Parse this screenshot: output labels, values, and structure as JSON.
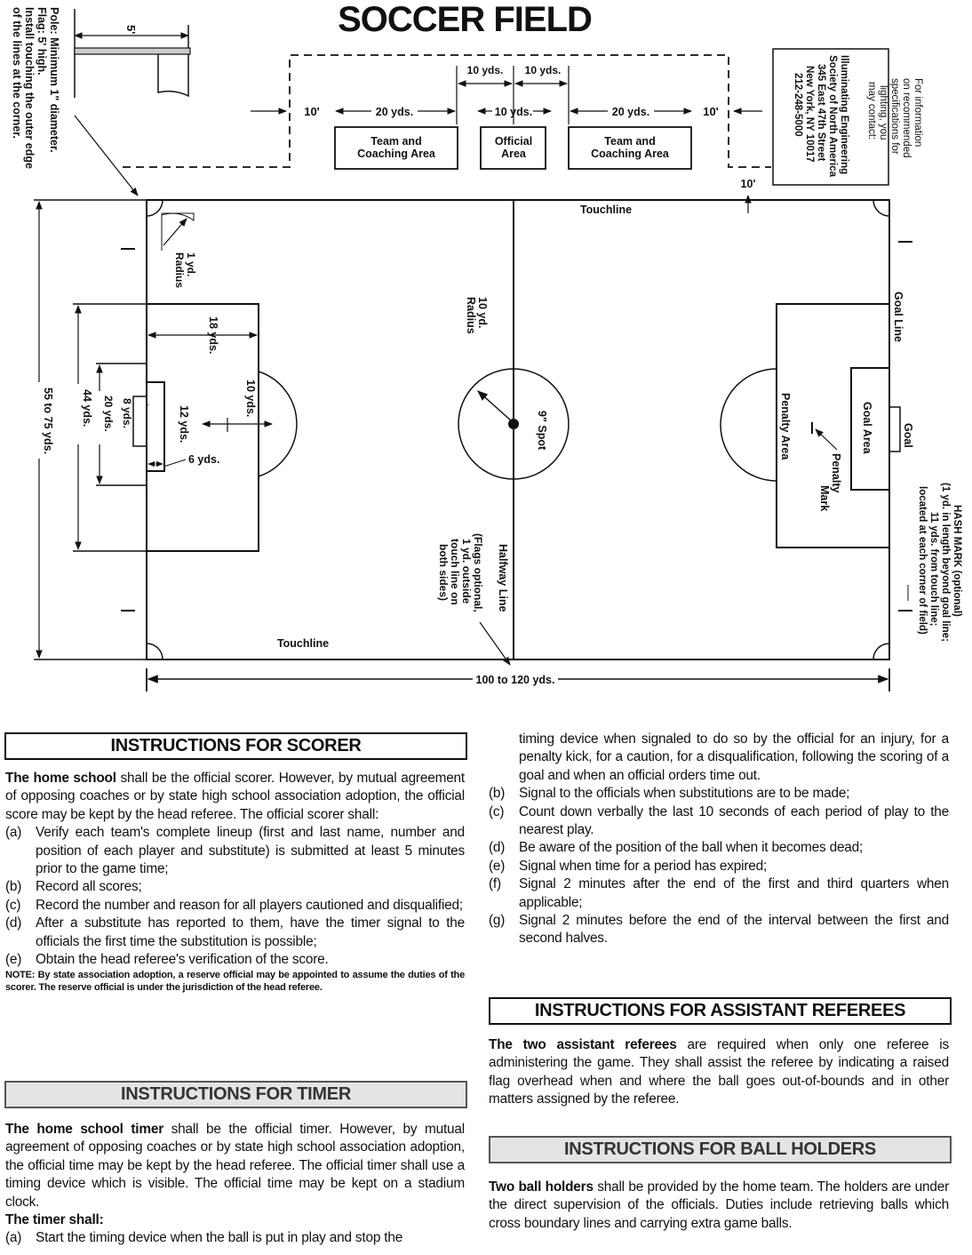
{
  "diagram": {
    "title": "SOCCER FIELD",
    "pole_note": [
      "Pole: Minimum 1\" diameter.",
      "Flag: 5' high.",
      "Install touching the outer edge",
      "of the lines at the corner."
    ],
    "pole_dim": "5'",
    "lighting_note": [
      "For information",
      "on recommended",
      "specifications for",
      "lighting, you",
      "may contact:",
      "Illuminating Engineering",
      "Society of North America",
      "345 East 47th Street",
      "New York, NY 10017",
      "212-248-5000"
    ],
    "ten_yds_1": "10 yds.",
    "ten_yds_2": "10 yds.",
    "ten_ft_left": "10'",
    "ten_ft_right": "10'",
    "ten_ft_below": "10'",
    "twenty_yds_left": "20 yds.",
    "twenty_yds_right": "20 yds.",
    "ten_yds_official": "10 yds.",
    "team_area_left": [
      "Team and",
      "Coaching Area"
    ],
    "official_area": [
      "Official",
      "Area"
    ],
    "team_area_right": [
      "Team and",
      "Coaching Area"
    ],
    "touchline_top": "Touchline",
    "touchline_bottom": "Touchline",
    "corner_radius": [
      "1 yd.",
      "Radius"
    ],
    "center_radius": [
      "10 yd.",
      "Radius"
    ],
    "spot": "9\" Spot",
    "eighteen_yds": "18 yds.",
    "ten_yds_arc": "10 yds.",
    "twelve_yds": "12 yds.",
    "eight_yds": "8 yds.",
    "twenty_yds_goal": "20 yds.",
    "forty_four_yds": "44 yds.",
    "field_width": "55 to 75 yds.",
    "six_yds": "6 yds.",
    "halfway_line": "Halfway Line",
    "halfway_note": [
      "(Flags optional,",
      "1 yd. outside",
      "touch line on",
      "both sides)"
    ],
    "field_length": "100 to 120 yds.",
    "goal_line": "Goal Line",
    "goal_area": "Goal Area",
    "goal": "Goal",
    "penalty_area": "Penalty Area",
    "penalty_mark": [
      "Penalty",
      "Mark"
    ],
    "hash_mark": [
      "HASH MARK (optional)",
      "(1 yd. in length beyond goal line;",
      "11 yds. from touch line;",
      "located at each corner of field)"
    ]
  },
  "scorer": {
    "title": "INSTRUCTIONS FOR SCORER",
    "intro_bold": "The home school",
    "intro": " shall be the official scorer. However, by mutual agreement of opposing coaches or by state high school association adoption, the official score may be kept by the head referee. The official scorer shall:",
    "items": [
      {
        "label": "(a)",
        "text": "Verify each team's complete lineup (first and last name, number and position of each player and substitute) is submitted at least 5 minutes prior to the game time;"
      },
      {
        "label": "(b)",
        "text": "Record all scores;"
      },
      {
        "label": "(c)",
        "text": "Record the number and reason for all players cautioned and disqualified;"
      },
      {
        "label": "(d)",
        "text": "After a substitute has reported to them, have the timer signal to the officials the first time the substitution is possible;"
      },
      {
        "label": "(e)",
        "text": "Obtain the head referee's verification of the score."
      }
    ],
    "note": "NOTE: By state association adoption, a reserve official may be appointed to assume the duties of the scorer. The reserve official is under the jurisdiction of the head referee."
  },
  "timer": {
    "title": "INSTRUCTIONS FOR TIMER",
    "intro_bold": "The home school timer",
    "intro": " shall be the official timer. However, by mutual agreement of opposing coaches or by state high school association adoption, the official time may be kept by the head referee. The official timer shall use a timing device which is visible. The official time may be kept on a stadium clock.",
    "shall": "The timer shall:",
    "item_a_label": "(a)",
    "item_a_start": "Start the timing device when the ball is put in play and stop the",
    "item_a_cont": "timing device when signaled to do so by the official for an injury, for a penalty kick, for a caution, for a disqualification, following the scoring of a goal and when an official orders time out.",
    "items": [
      {
        "label": "(b)",
        "text": "Signal to the officials when substitutions are to be made;"
      },
      {
        "label": "(c)",
        "text": "Count down verbally the last 10 seconds of each period of play to the nearest play."
      },
      {
        "label": "(d)",
        "text": "Be aware of the position of the ball when it becomes dead;"
      },
      {
        "label": "(e)",
        "text": "Signal when time for a period has expired;"
      },
      {
        "label": "(f)",
        "text": "Signal 2 minutes after the end of the first and third quarters when applicable;"
      },
      {
        "label": "(g)",
        "text": "Signal 2 minutes before the end of the interval between the first and second halves."
      }
    ]
  },
  "assistant": {
    "title": "INSTRUCTIONS FOR ASSISTANT REFEREES",
    "intro_bold": "The two assistant referees",
    "intro": " are required when only one referee is administering the game. They shall assist the referee by indicating a raised flag overhead when and where the ball goes out-of-bounds and in other matters assigned by the referee."
  },
  "ball_holders": {
    "title": "INSTRUCTIONS FOR BALL HOLDERS",
    "intro_bold": "Two ball holders",
    "intro": " shall be provided by the home team. The holders are under the direct supervision of the officials. Duties include retrieving balls which cross boundary lines and carrying extra game balls."
  }
}
